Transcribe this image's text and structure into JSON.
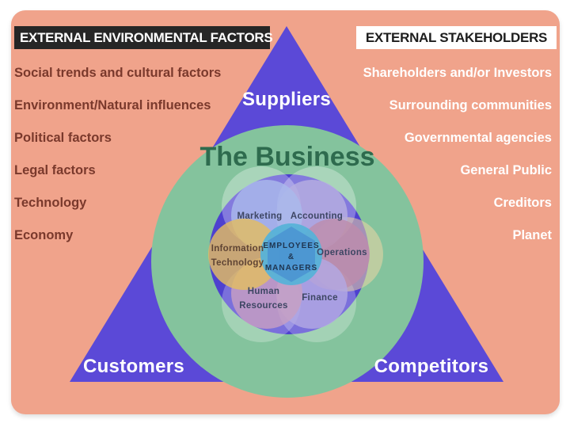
{
  "colors": {
    "frame_background": "#ffffff",
    "panel_background": "#f0a38b",
    "triangle": "#5b49d7",
    "flower_backdrop": "#4e41cf",
    "business_circle": "#84c39d",
    "business_title_text": "#2e6b4e",
    "left_header_background": "#262626",
    "left_header_text": "#ffffff",
    "right_header_background": "#ffffff",
    "right_header_text": "#1d1d1d",
    "left_list_text": "#7a392c",
    "right_list_text": "#ffffff",
    "triangle_label_text": "#ffffff",
    "halo_white": "#ffffff",
    "halo_cream": "#ecd6a4",
    "petals": {
      "marketing": "#a9b9ec",
      "accounting": "#b6aee1",
      "operations": "#bd8cac",
      "finance": "#b2a8e3",
      "human_resources": "#c79fc2",
      "information_technology": "#e3bd62"
    },
    "core_circle": "#57b2d8",
    "core_hexagon": "#4b95d2",
    "core_text": "#1f3550",
    "petal_label_text": "#3d4663"
  },
  "left_panel": {
    "header": "EXTERNAL ENVIRONMENTAL FACTORS",
    "items": [
      "Social trends and cultural factors",
      "Environment/Natural influences",
      "Political factors",
      "Legal factors",
      "Technology",
      "Economy"
    ]
  },
  "right_panel": {
    "header": "EXTERNAL STAKEHOLDERS",
    "items": [
      "Shareholders and/or Investors",
      "Surrounding communities",
      "Governmental agencies",
      "General Public",
      "Creditors",
      "Planet"
    ]
  },
  "triangle_labels": {
    "top": "Suppliers",
    "bottom_left": "Customers",
    "bottom_right": "Competitors"
  },
  "business": {
    "title": "The Business",
    "core": {
      "line1": "EMPLOYEES",
      "line2": "&",
      "line3": "MANAGERS"
    },
    "functions": {
      "marketing": "Marketing",
      "accounting": "Accounting",
      "operations": "Operations",
      "finance": "Finance",
      "human_resources_line1": "Human",
      "human_resources_line2": "Resources",
      "information_technology_line1": "Information",
      "information_technology_line2": "Technology"
    }
  }
}
